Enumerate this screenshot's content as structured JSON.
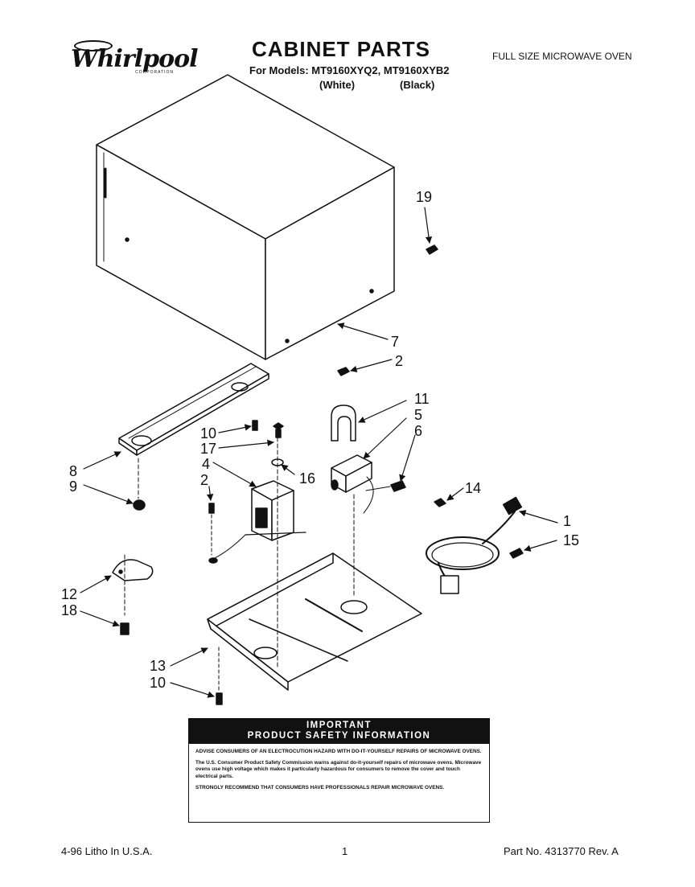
{
  "header": {
    "logo_text": "Whirlpool",
    "logo_subtext": "CORPORATION",
    "title": "CABINET PARTS",
    "models_line": "For Models: MT9160XYQ2, MT9160XYB2",
    "variant_white": "(White)",
    "variant_black": "(Black)",
    "oven_type": "FULL SIZE MICROWAVE OVEN"
  },
  "diagram": {
    "callouts": [
      "19",
      "7",
      "2",
      "11",
      "5",
      "6",
      "10",
      "17",
      "4",
      "16",
      "8",
      "9",
      "2",
      "14",
      "1",
      "15",
      "12",
      "18",
      "13",
      "10"
    ]
  },
  "safety": {
    "heading_1": "IMPORTANT",
    "heading_2": "PRODUCT SAFETY INFORMATION",
    "para_1": "ADVISE CONSUMERS OF AN ELECTROCUTION HAZARD WITH DO-IT-YOURSELF REPAIRS OF MICROWAVE OVENS.",
    "para_2": "The U.S. Consumer Product Safety Commission warns against do-it-yourself repairs of microwave ovens. Microwave ovens use high voltage which makes it particularly hazardous for consumers to remove the cover and touch electrical parts.",
    "para_3": "STRONGLY RECOMMEND THAT CONSUMERS HAVE PROFESSIONALS REPAIR MICROWAVE OVENS."
  },
  "footer": {
    "left": "4-96 Litho In U.S.A.",
    "page": "1",
    "part_no": "Part No. 4313770 Rev. A"
  }
}
